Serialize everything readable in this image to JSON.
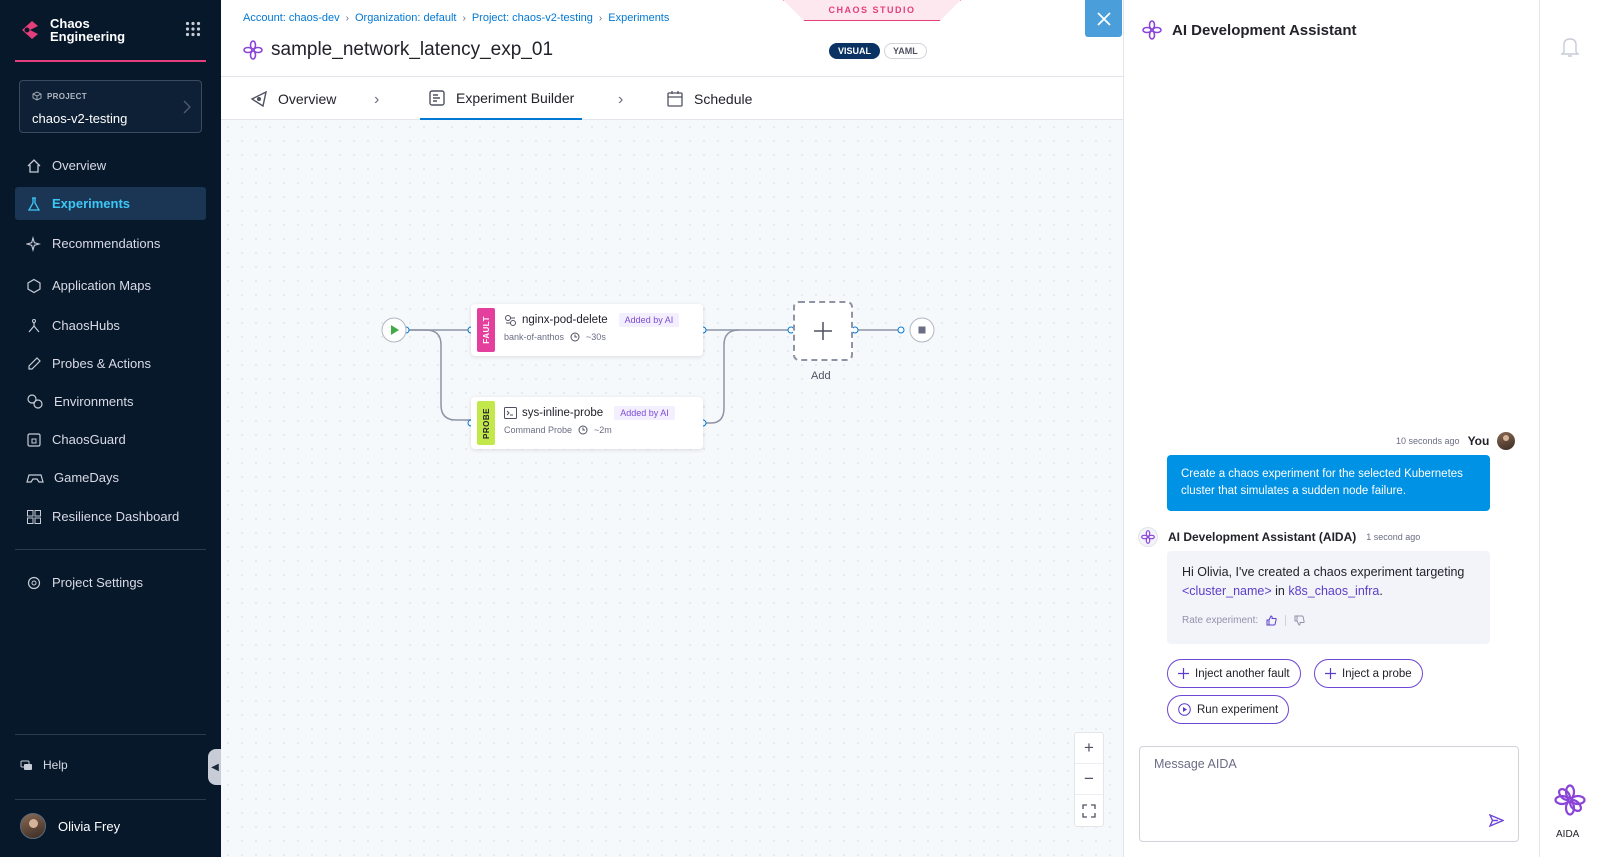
{
  "sidebar": {
    "logo_line1": "Chaos",
    "logo_line2": "Engineering",
    "project_label": "PROJECT",
    "project_value": "chaos-v2-testing",
    "items": [
      {
        "label": "Overview"
      },
      {
        "label": "Experiments"
      },
      {
        "label": "Recommendations"
      },
      {
        "label": "Application Maps"
      },
      {
        "label": "ChaosHubs"
      },
      {
        "label": "Probes & Actions"
      },
      {
        "label": "Environments"
      },
      {
        "label": "ChaosGuard"
      },
      {
        "label": "GameDays"
      },
      {
        "label": "Resilience Dashboard"
      }
    ],
    "settings_label": "Project Settings",
    "help_label": "Help",
    "user_name": "Olivia Frey",
    "accent": "#3dc7f6",
    "brand": "#e43f7a"
  },
  "header": {
    "breadcrumbs": [
      "Account: chaos-dev",
      "Organization: default",
      "Project: chaos-v2-testing",
      "Experiments"
    ],
    "title": "sample_network_latency_exp_01",
    "studio_label": "CHAOS STUDIO",
    "mode_visual": "VISUAL",
    "mode_yaml": "YAML"
  },
  "tabs": {
    "overview": "Overview",
    "builder": "Experiment Builder",
    "schedule": "Schedule"
  },
  "canvas": {
    "fault_tag": "FAULT",
    "fault_name": "nginx-pod-delete",
    "fault_badge": "Added by AI",
    "fault_target": "bank-of-anthos",
    "fault_duration": "~30s",
    "probe_tag": "PROBE",
    "probe_name": "sys-inline-probe",
    "probe_badge": "Added by AI",
    "probe_type": "Command Probe",
    "probe_duration": "~2m",
    "add_label": "Add"
  },
  "aida": {
    "title": "AI Development Assistant",
    "user_timestamp": "10 seconds ago",
    "user_name": "You",
    "user_message": "Create a chaos experiment for the selected Kubernetes cluster that simulates a sudden node failure.",
    "assistant_name": "AI Development Assistant (AIDA)",
    "assistant_timestamp": "1 second ago",
    "assistant_text_1": "Hi Olivia, I've created a chaos experiment targeting",
    "assistant_code_1": "<cluster_name>",
    "assistant_text_2": " in ",
    "assistant_code_2": "k8s_chaos_infra",
    "assistant_text_3": ".",
    "rate_label": "Rate experiment:",
    "chip_fault": "Inject another fault",
    "chip_probe": "Inject a probe",
    "chip_run": "Run experiment",
    "input_placeholder": "Message AIDA",
    "rail_label": "AIDA"
  }
}
